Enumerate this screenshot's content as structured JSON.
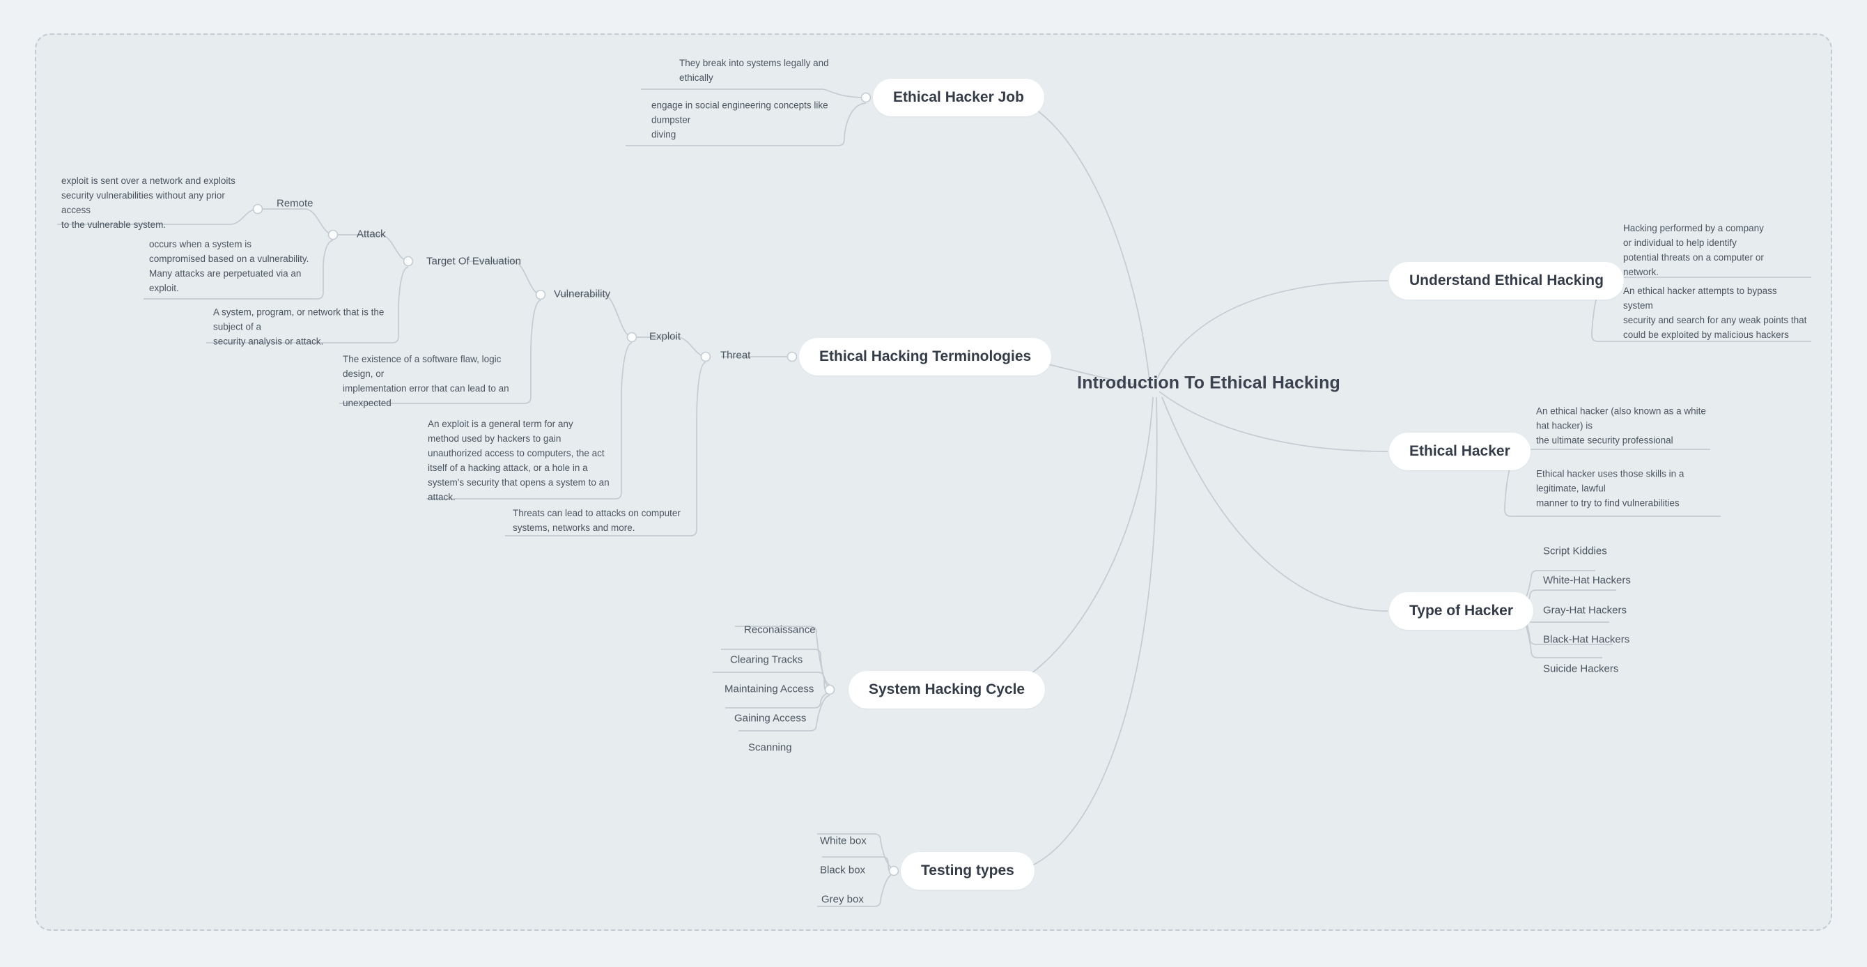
{
  "canvas": {
    "background": "#e7ecef",
    "page_background": "#eef2f5",
    "border_color": "#c2cbd1"
  },
  "colors": {
    "node_fill": "#ffffff",
    "text_dark": "#343b48",
    "text_body": "#4a5560",
    "line": "#c3ccd2"
  },
  "root": {
    "label": "Introduction To Ethical Hacking"
  },
  "branches": {
    "ethical_hacker_job": {
      "label": "Ethical Hacker Job",
      "children": [
        "They break into systems legally and\nethically",
        "engage in social engineering concepts like\ndumpster\ndiving"
      ]
    },
    "ethical_hacking_terminologies": {
      "label": "Ethical Hacking Terminologies",
      "threat": {
        "label": "Threat",
        "note": "Threats can lead to attacks on computer\nsystems, networks and more."
      },
      "exploit": {
        "label": "Exploit",
        "note": "An exploit is a general term for any\nmethod used by hackers to gain\nunauthorized access to computers, the act\nitself of a hacking attack, or a hole in a\nsystem's security that opens a system to an\nattack."
      },
      "vulnerability": {
        "label": "Vulnerability",
        "note": "The existence of a software flaw, logic\ndesign, or\nimplementation error that can lead to an\nunexpected"
      },
      "target_of_evaluation": {
        "label": "Target Of Evaluation",
        "note": "A system, program, or network that is the\nsubject of a\nsecurity analysis or attack."
      },
      "attack": {
        "label": "Attack",
        "note": "occurs when a system is\ncompromised based on a vulnerability.\nMany attacks are perpetuated via an\nexploit."
      },
      "remote": {
        "label": "Remote",
        "note": "exploit is sent over a network and exploits\nsecurity vulnerabilities without any prior\naccess\nto the vulnerable system."
      }
    },
    "system_hacking_cycle": {
      "label": "System Hacking Cycle",
      "children": [
        "Reconaissance",
        "Clearing Tracks",
        "Maintaining Access",
        "Gaining Access",
        "Scanning"
      ]
    },
    "testing_types": {
      "label": "Testing types",
      "children": [
        "White box",
        "Black box",
        "Grey box"
      ]
    },
    "understand_ethical_hacking": {
      "label": "Understand Ethical Hacking",
      "children": [
        "Hacking performed by a company\nor individual to help identify\npotential threats on a computer or\nnetwork.",
        "An ethical hacker attempts to bypass\nsystem\nsecurity and search for any weak points that\ncould be exploited by malicious hackers"
      ]
    },
    "ethical_hacker": {
      "label": "Ethical Hacker",
      "children": [
        "An ethical hacker (also known as a white\nhat hacker) is\nthe ultimate security professional",
        "Ethical hacker uses those skills in a\nlegitimate, lawful\nmanner to try to find vulnerabilities"
      ]
    },
    "type_of_hacker": {
      "label": "Type of Hacker",
      "children": [
        "Script Kiddies",
        "White-Hat Hackers",
        "Gray-Hat Hackers",
        "Black-Hat Hackers",
        "Suicide Hackers"
      ]
    }
  }
}
